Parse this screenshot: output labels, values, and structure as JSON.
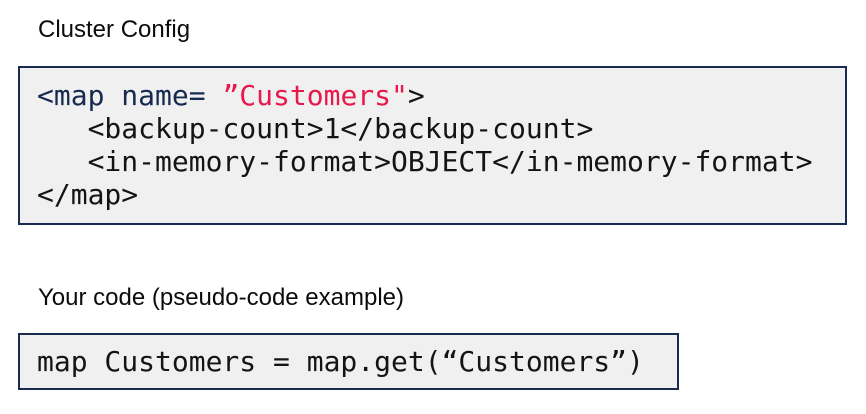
{
  "meta": {
    "background_color": "#ffffff",
    "accent_colors": {
      "box_border_navy": "#1b2a4f",
      "box_background_gray": "#f0f0f0",
      "xml_tag_navy": "#16294e",
      "attr_value_red": "#e8184b",
      "code_text_black": "#141414"
    }
  },
  "cluster_config": {
    "heading": "Cluster Config",
    "code": {
      "line1": {
        "tag_open": "<map name= ",
        "attr_value": "”Customers\"",
        "bracket_close": ">"
      },
      "line2": "   <backup-count>1</backup-count>",
      "line3": "   <in-memory-format>OBJECT</in-memory-format>",
      "line4": "</map>"
    }
  },
  "your_code": {
    "heading": "Your code (pseudo-code example)",
    "code_line": "map Customers = map.get(“Customers”)"
  }
}
